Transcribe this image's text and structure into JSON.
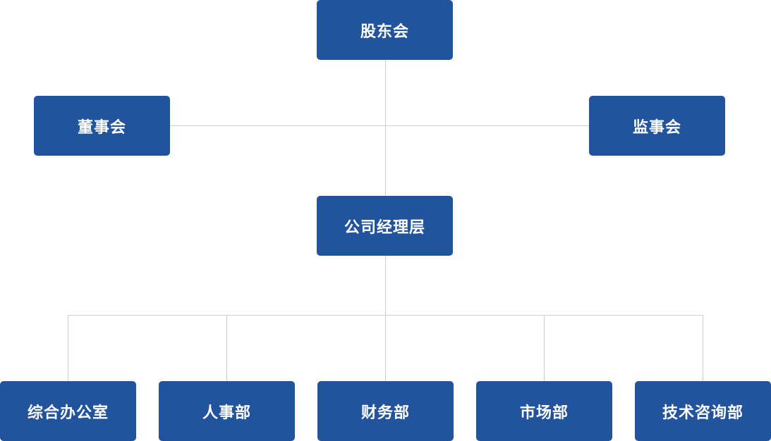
{
  "diagram": {
    "colors": {
      "node_fill": "#22549e",
      "node_text": "#ffffff",
      "connector": "#cfcfcf",
      "background": "#ffffff"
    },
    "nodes": {
      "shareholders": "股东会",
      "board_of_directors": "董事会",
      "board_of_supervisors": "监事会",
      "management": "公司经理层",
      "general_office": "综合办公室",
      "hr_department": "人事部",
      "finance_department": "财务部",
      "marketing_department": "市场部",
      "tech_consulting_department": "技术咨询部"
    }
  }
}
